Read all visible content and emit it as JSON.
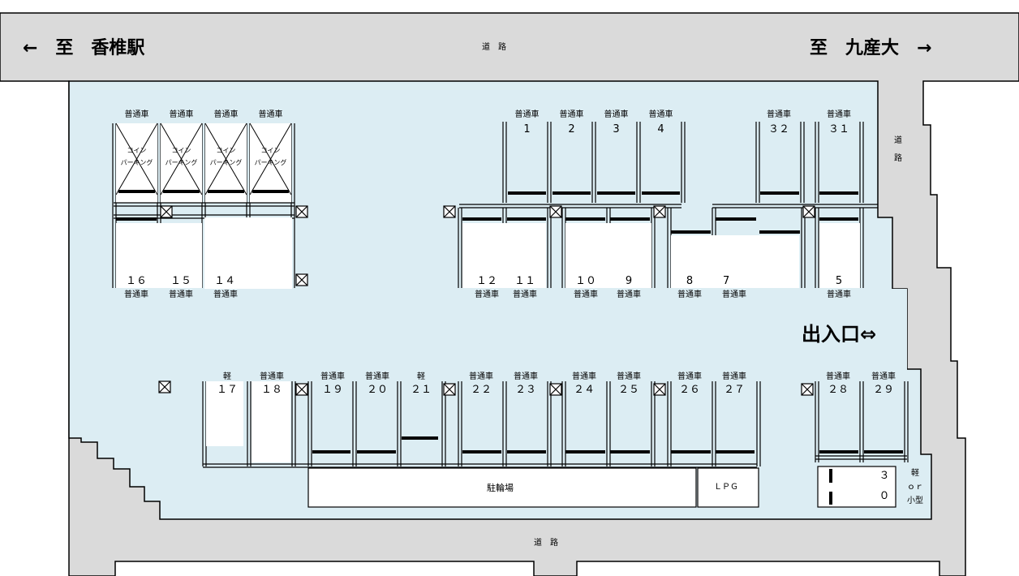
{
  "roads": {
    "top_left": "←　至　香椎駅",
    "top_center": "道　路",
    "top_right": "至　九産大　→",
    "right_side": [
      "道",
      "路"
    ],
    "bottom": "道　路"
  },
  "entrance": "出入口⇔",
  "bike_parking": "駐輪場",
  "lpg": "ＬＰＧ",
  "coin_spaces": [
    {
      "type": "普通車",
      "text": [
        "コイン",
        "パーキング"
      ]
    },
    {
      "type": "普通車",
      "text": [
        "コイン",
        "パーキング"
      ]
    },
    {
      "type": "普通車",
      "text": [
        "コイン",
        "パーキング"
      ]
    },
    {
      "type": "普通車",
      "text": [
        "コイン",
        "パーキング"
      ]
    }
  ],
  "spaces_top_row": [
    {
      "num": "1",
      "type": "普通車"
    },
    {
      "num": "2",
      "type": "普通車"
    },
    {
      "num": "3",
      "type": "普通車"
    },
    {
      "num": "4",
      "type": "普通車"
    },
    {
      "num": "３２",
      "type": "普通車"
    },
    {
      "num": "３１",
      "type": "普通車"
    }
  ],
  "spaces_middle_row": [
    {
      "num": "１６",
      "type": "普通車"
    },
    {
      "num": "１５",
      "type": "普通車"
    },
    {
      "num": "１４",
      "type": "普通車"
    },
    {
      "num": "１２",
      "type": "普通車"
    },
    {
      "num": "１１",
      "type": "普通車"
    },
    {
      "num": "１０",
      "type": "普通車"
    },
    {
      "num": "9",
      "type": "普通車"
    },
    {
      "num": "8",
      "type": "普通車"
    },
    {
      "num": "7",
      "type": "普通車"
    },
    {
      "num": "5",
      "type": "普通車"
    }
  ],
  "spaces_bottom_row": [
    {
      "num": "１７",
      "type": "軽"
    },
    {
      "num": "１８",
      "type": "普通車"
    },
    {
      "num": "１９",
      "type": "普通車"
    },
    {
      "num": "２０",
      "type": "普通車"
    },
    {
      "num": "２１",
      "type": "軽"
    },
    {
      "num": "２２",
      "type": "普通車"
    },
    {
      "num": "２３",
      "type": "普通車"
    },
    {
      "num": "２４",
      "type": "普通車"
    },
    {
      "num": "２５",
      "type": "普通車"
    },
    {
      "num": "２６",
      "type": "普通車"
    },
    {
      "num": "２７",
      "type": "普通車"
    },
    {
      "num": "２８",
      "type": "普通車"
    },
    {
      "num": "２９",
      "type": "普通車"
    }
  ],
  "space_30": {
    "num_top": "３",
    "num_bottom": "０",
    "type": [
      "軽",
      "ｏｒ",
      "小型"
    ]
  }
}
